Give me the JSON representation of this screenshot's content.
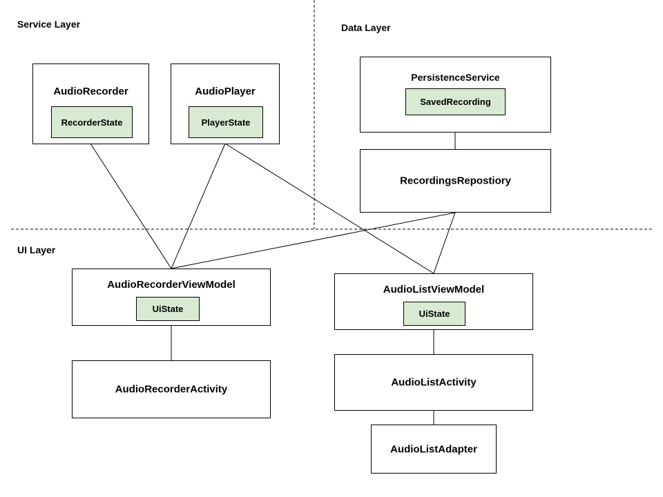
{
  "layers": {
    "service": "Service Layer",
    "data": "Data Layer",
    "ui": "UI Layer"
  },
  "components": {
    "audio_recorder": {
      "title": "AudioRecorder",
      "state": "RecorderState"
    },
    "audio_player": {
      "title": "AudioPlayer",
      "state": "PlayerState"
    },
    "persistence_service": {
      "title": "PersistenceService",
      "state": "SavedRecording"
    },
    "recordings_repository": {
      "title": "RecordingsRepostiory"
    },
    "audio_recorder_view_model": {
      "title": "AudioRecorderViewModel",
      "state": "UiState"
    },
    "audio_list_view_model": {
      "title": "AudioListViewModel",
      "state": "UiState"
    },
    "audio_recorder_activity": {
      "title": "AudioRecorderActivity"
    },
    "audio_list_activity": {
      "title": "AudioListActivity"
    },
    "audio_list_adapter": {
      "title": "AudioListAdapter"
    }
  },
  "colors": {
    "state_fill": "#d9ead3",
    "line": "#000000",
    "background": "#ffffff"
  }
}
